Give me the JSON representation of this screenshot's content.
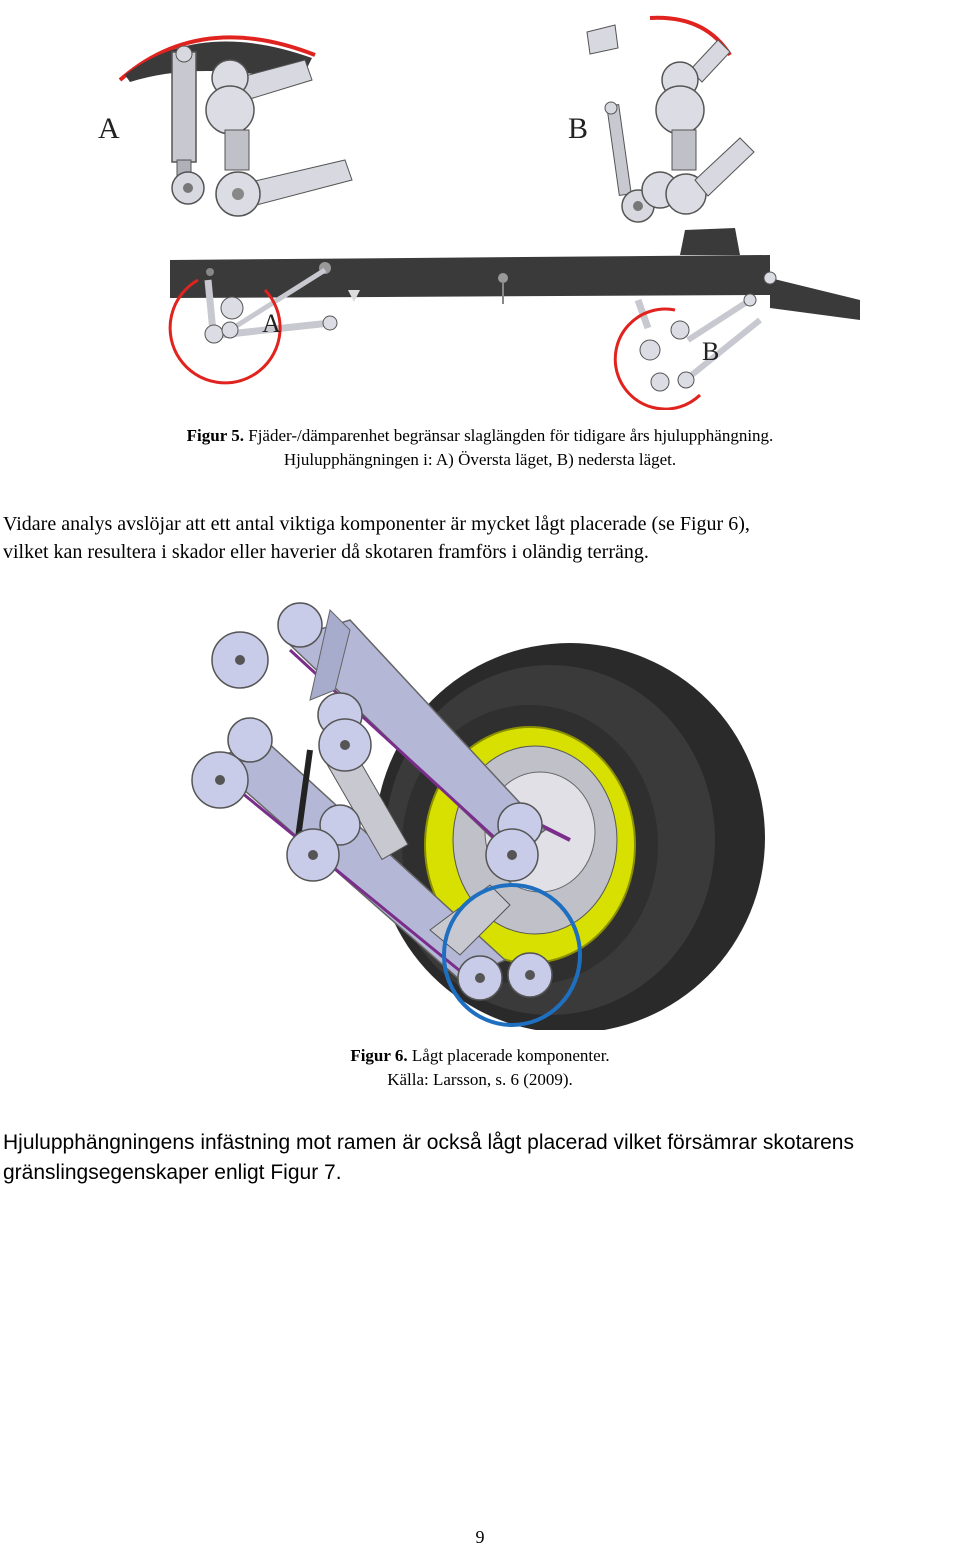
{
  "figure5": {
    "label_a_top": "A",
    "label_b_top": "B",
    "label_a_frame": "A",
    "label_b_frame": "B",
    "caption_number": "Figur 5.",
    "caption_line1": "Fjäder-/dämparenhet begränsar slaglängden för tidigare års hjulupphängning.",
    "caption_line2": "Hjulupphängningen i: A) Översta läget, B) nedersta läget.",
    "colors": {
      "highlight": "#e0231e",
      "frame": "#3a3a3a",
      "part": "#c8c8d0"
    }
  },
  "paragraph1": {
    "line1": "Vidare analys avslöjar att ett antal viktiga komponenter är mycket lågt placerade (se Figur 6),",
    "line2": "vilket kan resultera i skador eller haverier då skotaren framförs i oländig terräng."
  },
  "figure6": {
    "caption_number": "Figur 6.",
    "caption_text": "Lågt placerade komponenter.",
    "source": "Källa: Larsson, s. 6 (2009).",
    "colors": {
      "highlight": "#1f6fc0",
      "tyre": "#2a2a2a",
      "rim": "#d7e000",
      "arm": "#b4b8d6",
      "accent": "#7a2d8a"
    }
  },
  "paragraph2": {
    "line1": "Hjulupphängningens infästning mot ramen är också lågt placerad vilket försämrar skotarens",
    "line2": "gränslingsegenskaper enligt Figur 7."
  },
  "page_number": "9"
}
